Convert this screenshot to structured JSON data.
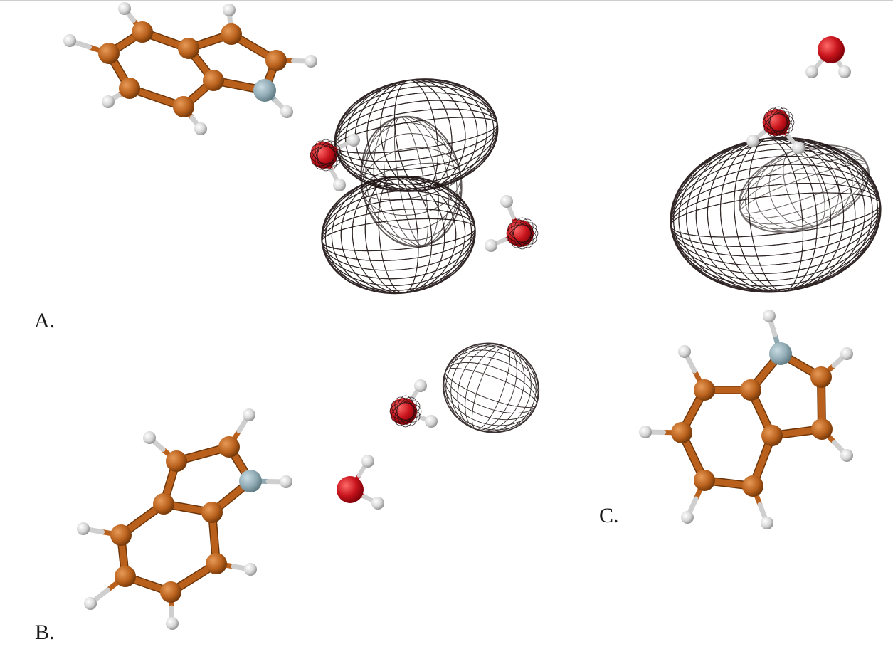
{
  "panels": [
    {
      "id": "A",
      "label": "A."
    },
    {
      "id": "B",
      "label": "B."
    },
    {
      "id": "C",
      "label": "C."
    }
  ],
  "colors": {
    "carbon": "#b8601c",
    "nitrogen": "#8fa9b3",
    "oxygen": "#c8141c",
    "hydrogen": "#d6d6d6",
    "bond": "#b8601c",
    "mesh": "#1a0f0f"
  }
}
